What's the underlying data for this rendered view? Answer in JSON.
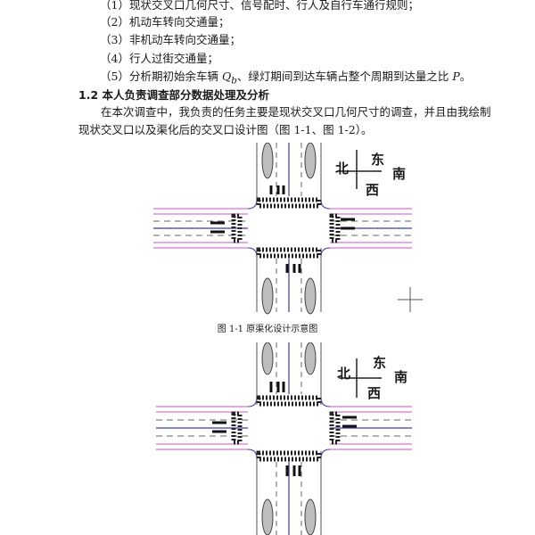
{
  "list_items": [
    "（1）现状交叉口几何尺寸、信号配时、行人及自行车通行规则；",
    "（2）机动车转向交通量；",
    "（3）非机动车转向交通量；",
    "（4）行人过街交通量；"
  ],
  "item5": {
    "before": "（5）分析期初始余车辆 ",
    "q": "Q",
    "q_sub": "b",
    "middle": "、绿灯期间到达车辆占整个周期到达量之比 ",
    "p": "P",
    "end": "。"
  },
  "section_heading": "1.2  本人负责调查部分数据处理及分析",
  "paragraph": "在本次调查中，我负责的任务主要是现状交叉口几何尺寸的调查，并且由我绘制现状交叉口以及渠化后的交叉口设计图（图 1-1、图 1-2）。",
  "figure1_caption": "图 1-1  原渠化设计示意图",
  "compass": {
    "north": "北",
    "east": "东",
    "south": "南",
    "west": "西"
  },
  "colors": {
    "text": "#1a1a1a",
    "lane_pink": "#d14fd1",
    "lane_blue": "#3a3ab0",
    "median_gray": "#bdbdbd"
  }
}
